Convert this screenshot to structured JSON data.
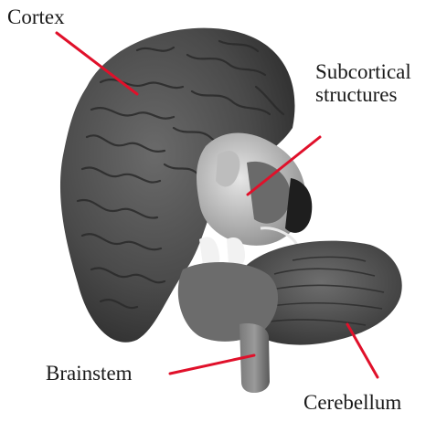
{
  "labels": {
    "cortex": "Cortex",
    "subcortical_line1": "Subcortical",
    "subcortical_line2": "structures",
    "brainstem": "Brainstem",
    "cerebellum": "Cerebellum"
  },
  "colors": {
    "pointer": "#e0102a",
    "brain_dark": "#3a3a3a",
    "brain_mid": "#5a5a5a",
    "brain_light": "#8a8a8a",
    "subcortical_light": "#d8d8d8",
    "background": "#ffffff"
  }
}
